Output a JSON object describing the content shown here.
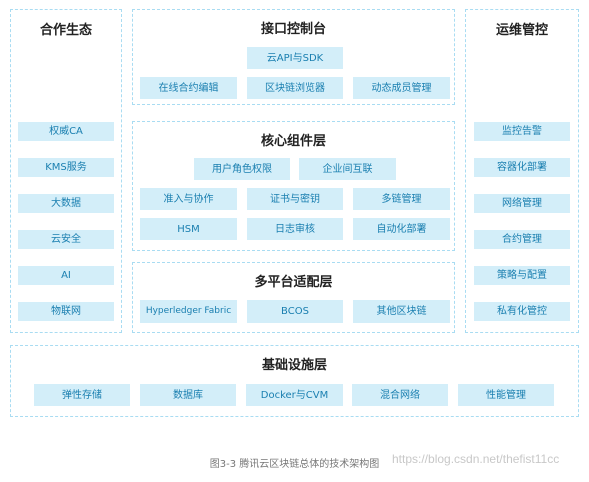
{
  "left_panel": {
    "title": "合作生态",
    "items": [
      "权威CA",
      "KMS服务",
      "大数据",
      "云安全",
      "AI",
      "物联网"
    ]
  },
  "interface_panel": {
    "title": "接口控制台",
    "top_item": "云API与SDK",
    "items": [
      "在线合约编辑",
      "区块链浏览器",
      "动态成员管理"
    ]
  },
  "core_panel": {
    "title": "核心组件层",
    "row1": [
      "用户角色权限",
      "企业间互联"
    ],
    "row2": [
      "准入与协作",
      "证书与密钥",
      "多链管理"
    ],
    "row3": [
      "HSM",
      "日志审核",
      "自动化部署"
    ]
  },
  "platform_panel": {
    "title": "多平台适配层",
    "items": [
      "Hyperledger Fabric",
      "BCOS",
      "其他区块链"
    ]
  },
  "right_panel": {
    "title": "运维管控",
    "items": [
      "监控告警",
      "容器化部署",
      "网络管理",
      "合约管理",
      "策略与配置",
      "私有化管控"
    ]
  },
  "infra_panel": {
    "title": "基础设施层",
    "items": [
      "弹性存储",
      "数据库",
      "Docker与CVM",
      "混合网络",
      "性能管理"
    ]
  },
  "caption": "图3-3  腾讯云区块链总体的技术架构图",
  "watermark": "https://blog.csdn.net/thefist11cc"
}
